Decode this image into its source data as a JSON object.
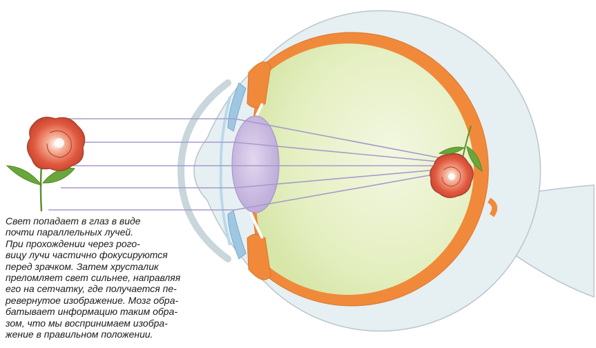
{
  "caption": {
    "lines": [
      "Свет попадает в глаз в виде",
      "почти параллельных лучей.",
      "При прохождении через рого-",
      "вицу лучи частично фокусируются",
      "перед зрачком. Затем хрусталик",
      "преломляет свет сильнее, направляя",
      "его на сетчатку, где получается пе-",
      "ревернутое изображение. Мозг обра-",
      "батывает информацию таким обра-",
      "зом, что мы воспринимаем изобра-",
      "жение в правильном положении."
    ]
  },
  "colors": {
    "outer_eye": "#e6eff2",
    "sclera": "#f08a3a",
    "vitreous": "#e4efc0",
    "lens": "#cdbde3",
    "cornea_blue": "#9ec7e3",
    "rose_red": "#d9503a",
    "leaf_green": "#6aa73a",
    "light_ray": "#a79acb"
  },
  "icons": [
    "rose-object-icon",
    "rose-inverted-image-icon"
  ]
}
